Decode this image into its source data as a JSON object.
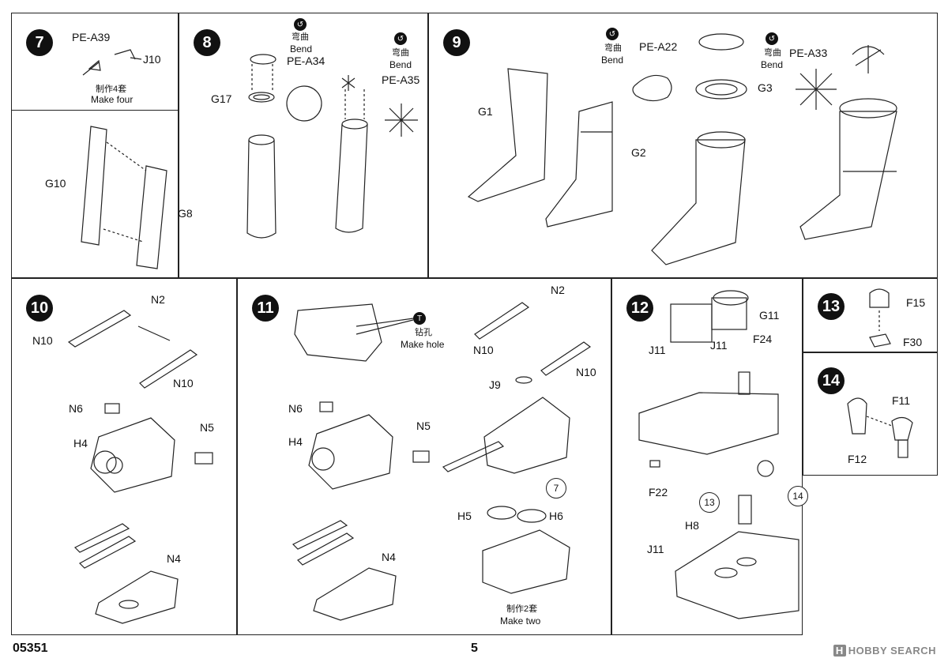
{
  "step7": {
    "num": "7",
    "pe": "PE-A39",
    "part": "J10",
    "cn": "制作4套",
    "en": "Make four",
    "g10": "G10",
    "g8": "G8"
  },
  "step8": {
    "num": "8",
    "bend_cn": "弯曲",
    "bend_en": "Bend",
    "pe34": "PE-A34",
    "pe35": "PE-A35",
    "g17": "G17"
  },
  "step9": {
    "num": "9",
    "bend_cn": "弯曲",
    "bend_en": "Bend",
    "pe22": "PE-A22",
    "pe33": "PE-A33",
    "g1": "G1",
    "g2": "G2",
    "g3": "G3"
  },
  "step10": {
    "num": "10",
    "n2": "N2",
    "n10a": "N10",
    "n10b": "N10",
    "n6": "N6",
    "n5": "N5",
    "h4": "H4",
    "n4": "N4"
  },
  "step11": {
    "num": "11",
    "hole_cn": "钻孔",
    "hole_en": "Make hole",
    "n6": "N6",
    "n5": "N5",
    "h4": "H4",
    "n4": "N4",
    "n2": "N2",
    "n10a": "N10",
    "n10b": "N10",
    "j9": "J9",
    "h5": "H5",
    "h6": "H6",
    "ref7": "7",
    "cn": "制作2套",
    "en": "Make two"
  },
  "step12": {
    "num": "12",
    "g11": "G11",
    "j11a": "J11",
    "j11b": "J11",
    "f24": "F24",
    "f22": "F22",
    "ref13": "13",
    "ref14": "14",
    "h8": "H8",
    "j11c": "J11"
  },
  "step13": {
    "num": "13",
    "f15": "F15",
    "f30": "F30"
  },
  "step14": {
    "num": "14",
    "f11": "F11",
    "f12": "F12"
  },
  "footer": {
    "code": "05351",
    "page": "5",
    "watermark_badge": "H",
    "watermark": "HOBBY SEARCH"
  }
}
